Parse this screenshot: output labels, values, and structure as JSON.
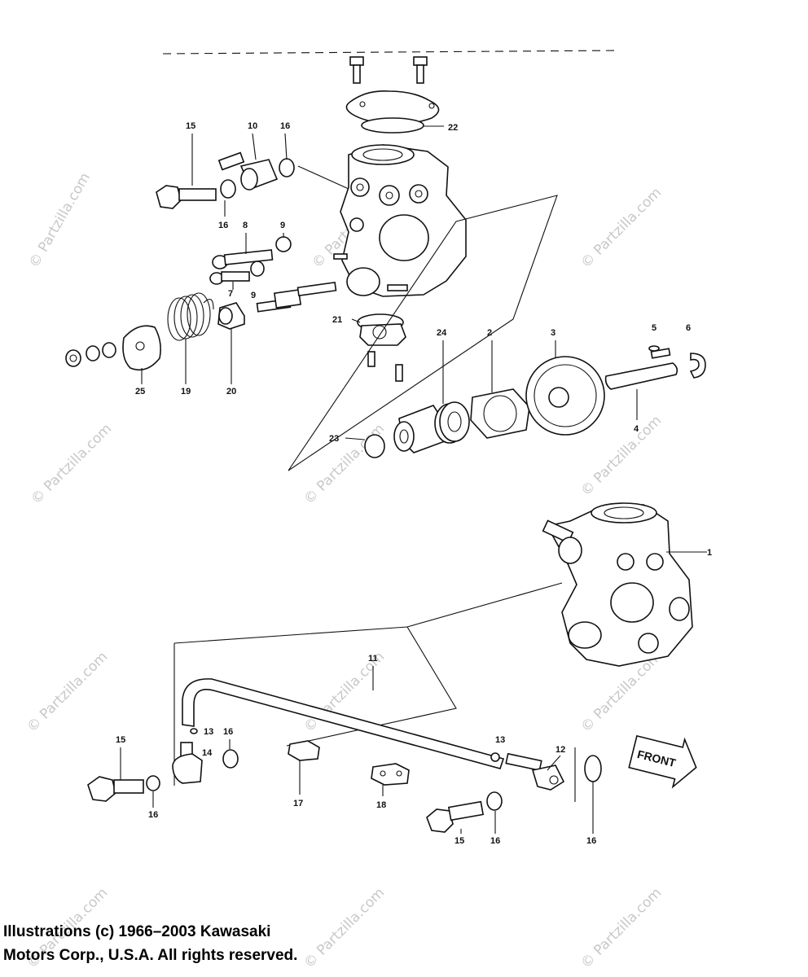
{
  "watermark": "© Partzilla.com",
  "front_label": "FRONT",
  "callouts": [
    "1",
    "2",
    "3",
    "4",
    "5",
    "6",
    "7",
    "8",
    "9",
    "10",
    "11",
    "12",
    "13",
    "14",
    "15",
    "16",
    "17",
    "18",
    "19",
    "20",
    "21",
    "22",
    "23",
    "24",
    "25"
  ],
  "copyright": {
    "line1": "Illustrations (c) 1966–2003 Kawasaki",
    "line2": "Motors Corp., U.S.A.  All rights reserved."
  }
}
